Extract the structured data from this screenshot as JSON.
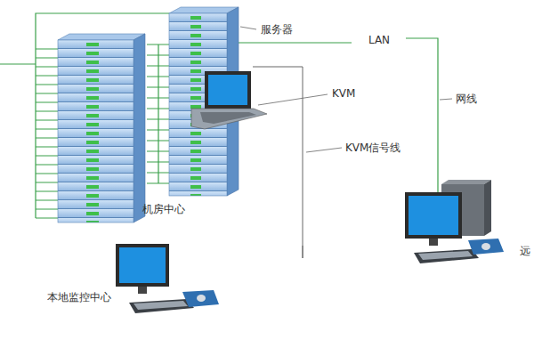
{
  "diagram": {
    "nodes": [
      {
        "text": [
          "机房中心"
        ]
      },
      {
        "text": [
          "LAN"
        ]
      },
      {
        "text": [
          "本地监控中心"
        ]
      },
      {
        "text": [
          "远"
        ]
      }
    ],
    "edges": [
      {
        "from": 0,
        "to": 1,
        "arrow": "none"
      },
      {
        "from": 1,
        "to": 3,
        "label": "网线",
        "arrow": "none"
      },
      {
        "from": 2,
        "to": 0,
        "label": "KVM信号线",
        "arrow": "none"
      }
    ],
    "labels": [
      "服务器",
      "KVM"
    ]
  }
}
